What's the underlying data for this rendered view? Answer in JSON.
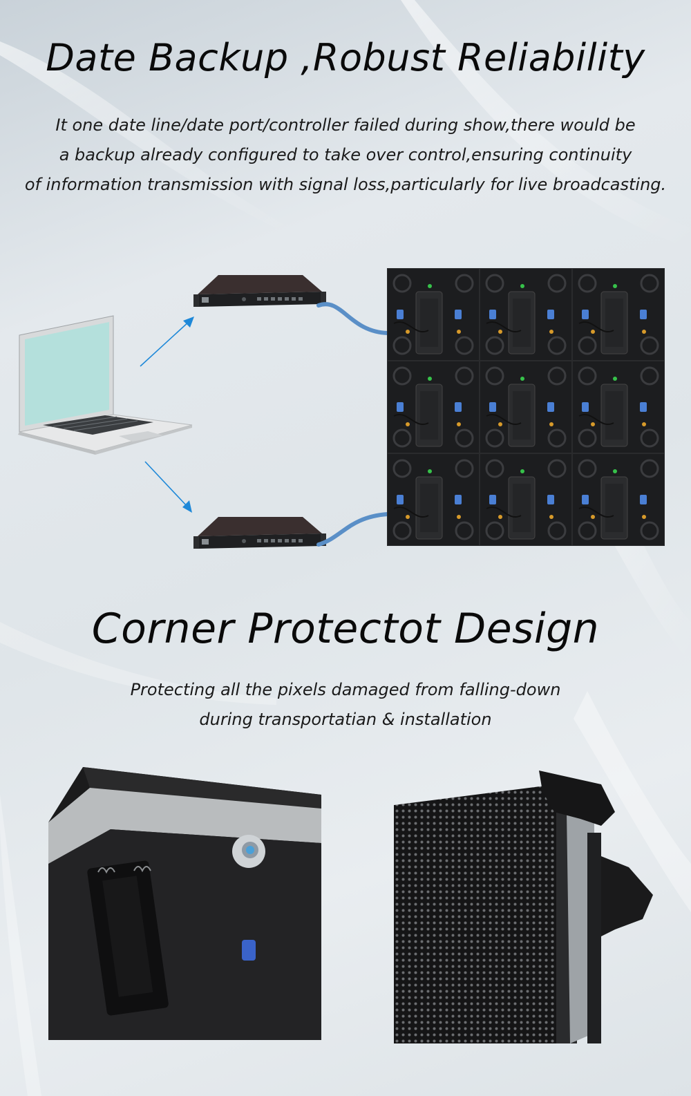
{
  "section1": {
    "title": "Date Backup ,Robust Reliability",
    "description_lines": [
      "It one date line/date port/controller failed during show,there would be",
      "a backup already configured to take over control,ensuring continuity",
      "of information transmission with signal loss,particularly for live broadcasting."
    ]
  },
  "section2": {
    "title": "Corner Protectot Design",
    "description_lines": [
      "Protecting all the pixels damaged from falling-down",
      "during transportatian & installation"
    ]
  },
  "colors": {
    "arrow": "#1e88d8",
    "cable": "#5a8fc7",
    "screen": "#b4e0dc",
    "panel_dark": "#1c1d1f"
  },
  "icons": [
    "laptop-icon",
    "controller-icon",
    "arrow-icon",
    "cable-icon"
  ]
}
